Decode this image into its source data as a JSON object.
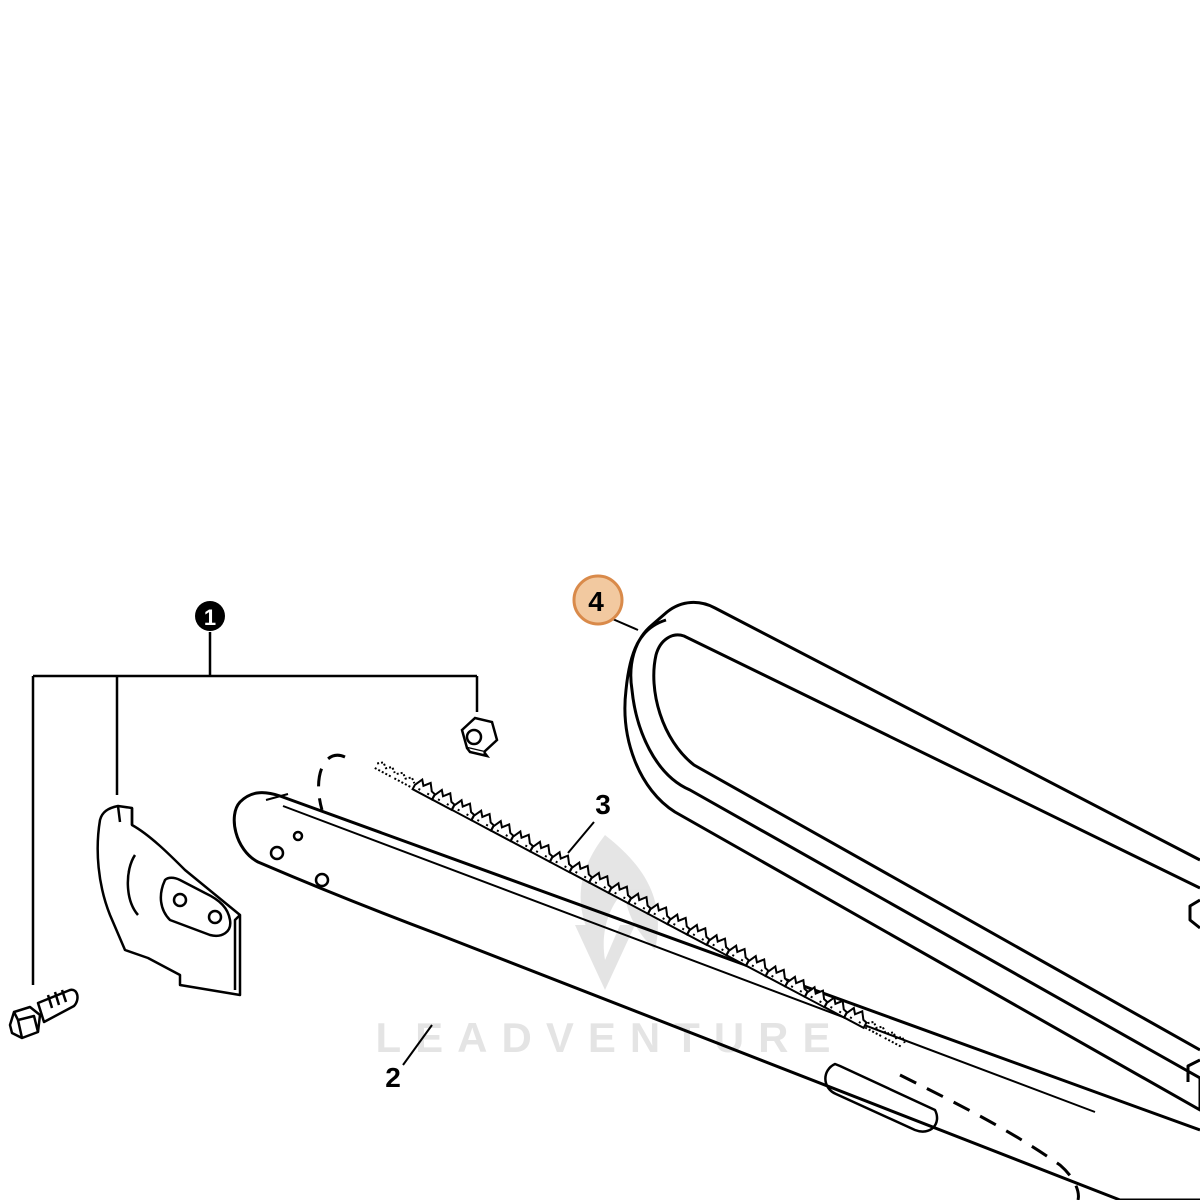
{
  "diagram": {
    "background": "#ffffff",
    "line_color": "#000000",
    "highlight_color": "#f2c9a0",
    "highlight_border": "#d98a4a",
    "callouts": {
      "c1": {
        "label": "1",
        "style": "filled-black-circle"
      },
      "c2": {
        "label": "2",
        "style": "plain"
      },
      "c3": {
        "label": "3",
        "style": "plain"
      },
      "c4": {
        "label": "4",
        "style": "highlighted-circle"
      }
    },
    "parts": [
      {
        "callout": "1",
        "name": "fastener-set",
        "items": [
          "bolt",
          "chain-guide-plate",
          "nut"
        ]
      },
      {
        "callout": "2",
        "name": "guide-bar"
      },
      {
        "callout": "3",
        "name": "saw-chain"
      },
      {
        "callout": "4",
        "name": "bar-cover"
      }
    ],
    "watermark": "LEADVENTURE"
  }
}
